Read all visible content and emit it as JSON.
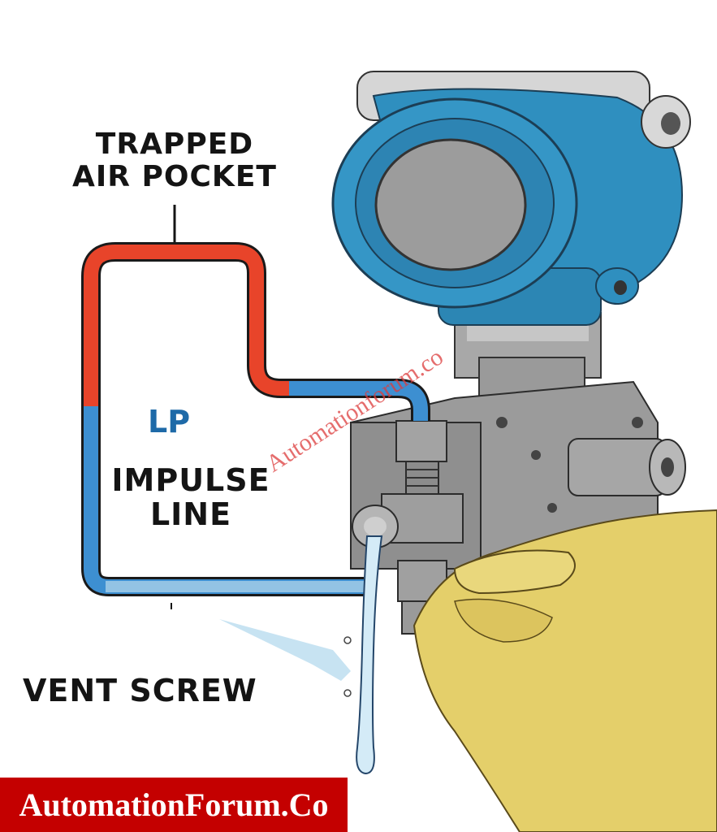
{
  "diagram": {
    "labels": {
      "trapped_air_line1": "TRAPPED",
      "trapped_air_line2": "AIR POCKET",
      "lp": "LP",
      "impulse_line1": "IMPULSE",
      "impulse_line2": "LINE",
      "vent_screw": "VENT SCREW"
    },
    "watermark": "Automationforum.co",
    "brand_banner": "AutomationForum.Co",
    "colors": {
      "air_pipe": "#e8442a",
      "liquid_pipe": "#3d8fd1",
      "transmitter_housing": "#2f8fbf",
      "lp_label": "#1e6aa8",
      "banner": "#c40000",
      "metal": "#9a9a9a",
      "hand_glove": "#e4cf6a",
      "vent_liquid": "#bfe0f2"
    },
    "components": [
      "pressure-transmitter",
      "impulse-line",
      "vent-screw",
      "manifold-body",
      "gloved-hand",
      "liquid-drip"
    ]
  }
}
